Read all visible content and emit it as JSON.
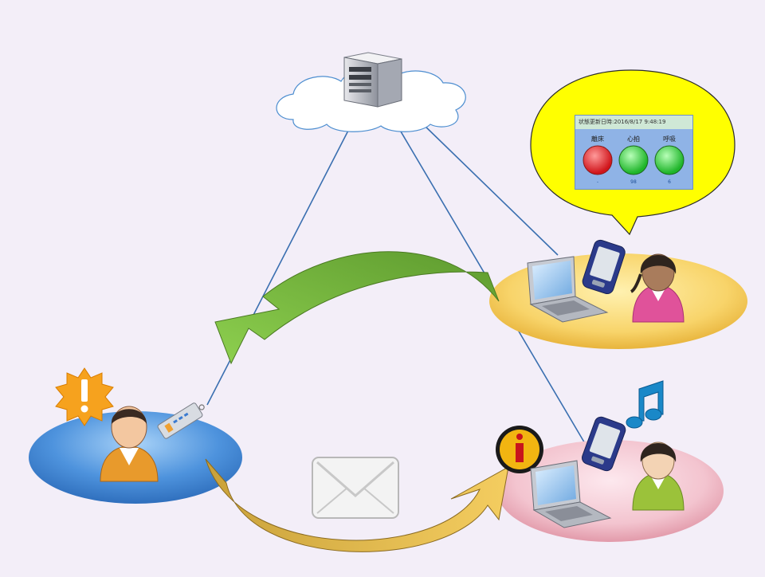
{
  "status_panel": {
    "header": "状態更新日時:2016/8/17 9:48:19",
    "indicators": [
      {
        "label": "離床",
        "value": "-",
        "color": "#e8242a"
      },
      {
        "label": "心拍",
        "value": "98",
        "color": "#2fd13a"
      },
      {
        "label": "呼吸",
        "value": "6",
        "color": "#2fd13a"
      }
    ]
  },
  "icons": {
    "server": "server-tower-icon",
    "cloud": "cloud-icon",
    "alert": "exclamation-burst-icon",
    "info": "info-icon",
    "mail": "envelope-icon",
    "music": "music-note-icon",
    "sensor": "sensor-device-icon",
    "laptop": "laptop-icon",
    "phone": "smartphone-icon"
  },
  "colors": {
    "background": "#f3eef8",
    "link_line": "#3a6fb0",
    "green_arrow": "#7cc043",
    "yellow_arrow": "#e6b34a",
    "patient_disc": "#4a8fd6",
    "caregiver_disc": "#f7d06a",
    "family_disc": "#f2c6d0",
    "speech_bubble": "#ffff00"
  }
}
